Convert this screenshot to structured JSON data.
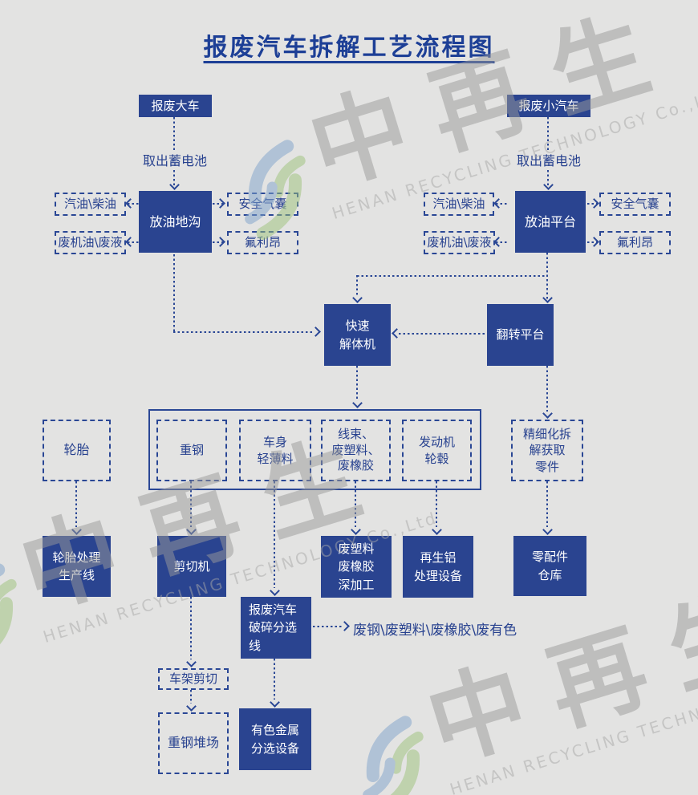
{
  "title": "报废汽车拆解工艺流程图",
  "colors": {
    "line_blue": "#2a4795",
    "box_blue": "#2a4490",
    "text_blue": "#1d3f96",
    "background": "#e3e3e2",
    "logo_blue": "#7fa3cc",
    "logo_green": "#9cc27a"
  },
  "nodes": {
    "scrap_truck": "报废大车",
    "scrap_car": "报废小汽车",
    "remove_battery_left": "取出蓄电池",
    "remove_battery_right": "取出蓄电池",
    "oil_drain_pit": "放油地沟",
    "oil_drain_platform": "放油平台",
    "gasoline_diesel_left": "汽油\\柴油",
    "waste_oil_left": "废机油\\废液",
    "airbag_left": "安全气囊",
    "freon_left": "氟利昂",
    "gasoline_diesel_right": "汽油\\柴油",
    "waste_oil_right": "废机油\\废液",
    "airbag_right": "安全气囊",
    "freon_right": "氟利昂",
    "fast_dismantler": "快速\n解体机",
    "flip_platform": "翻转平台",
    "tire": "轮胎",
    "heavy_steel": "重钢",
    "body_thin_material": "车身\n轻薄料",
    "wire_plastic_rubber": "线束、\n废塑料、\n废橡胶",
    "engine_hub": "发动机\n轮毂",
    "fine_dismantling": "精细化拆\n解获取\n零件",
    "tire_processing_line": "轮胎处理\n生产线",
    "shearing_machine": "剪切机",
    "plastic_rubber_processing": "废塑料\n废橡胶\n深加工",
    "recycled_aluminum_equipment": "再生铝\n处理设备",
    "parts_warehouse": "零配件\n仓库",
    "crushing_sorting_line": "报废汽车\n破碎分选\n线",
    "crushing_output": "废钢\\废塑料\\废橡胶\\废有色",
    "frame_shearing": "车架剪切",
    "heavy_steel_yard": "重钢堆场",
    "nonferrous_sorting_equipment": "有色金属\n分选设备"
  },
  "watermark": {
    "cn": "中再生",
    "en": "HENAN RECYCLING TECHNOLOGY Co.,Ltd"
  }
}
